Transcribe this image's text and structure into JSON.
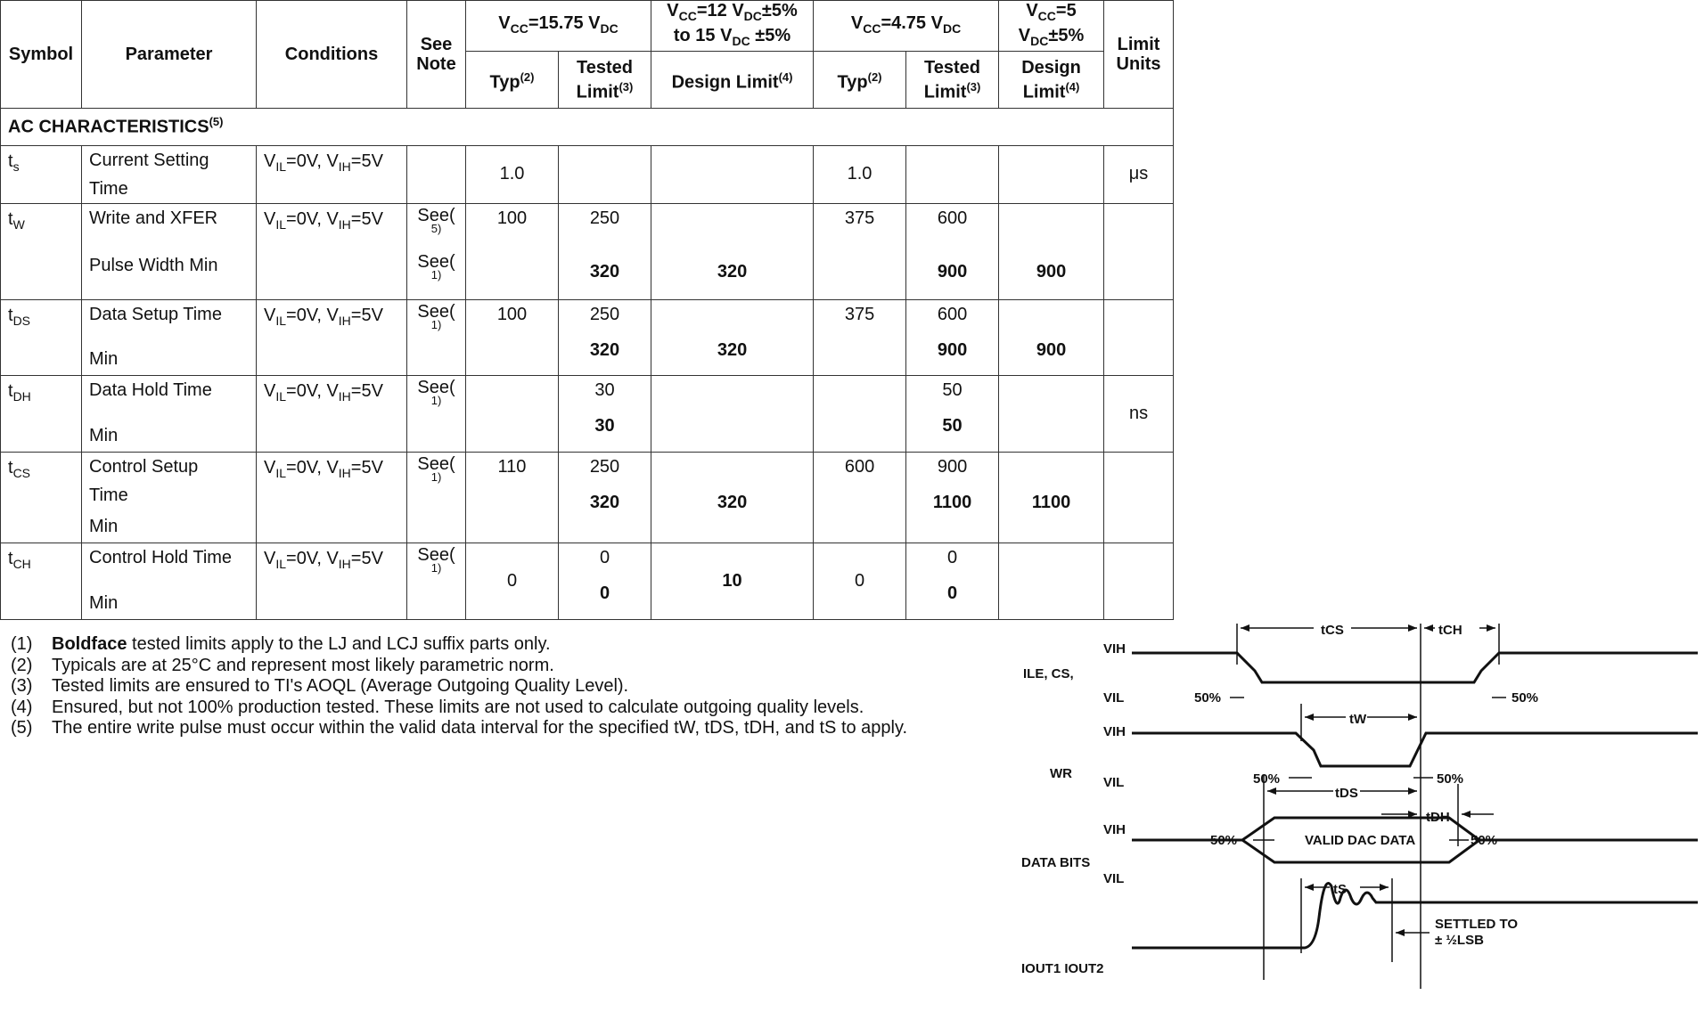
{
  "table": {
    "headers": {
      "symbol": "Symbol",
      "parameter": "Parameter",
      "conditions": "Conditions",
      "see_note": [
        "See",
        "Note"
      ],
      "group1": "VCC=15.75 VDC",
      "group2": [
        "VCC=12 VDC±5%",
        "to 15 VDC ±5%"
      ],
      "group3": "VCC=4.75 VDC",
      "group4": [
        "VCC=5",
        "VDC±5%"
      ],
      "limit_units": [
        "Limit",
        "Units"
      ],
      "typ": "Typ",
      "typ_note": "(2)",
      "tested_limit": [
        "Tested",
        "Limit"
      ],
      "tested_note": "(3)",
      "design_limit": "Design Limit",
      "design_limit_split": [
        "Design",
        "Limit"
      ],
      "design_note": "(4)"
    },
    "section": "AC CHARACTERISTICS",
    "section_note": "(5)",
    "rows": [
      {
        "sym": "t",
        "sub": "s",
        "param": [
          "Current Setting",
          "Time"
        ],
        "cond": "VIL=0V, VIH=5V",
        "note": [],
        "typ1": [
          "1.0"
        ],
        "test1": [],
        "dl2": [],
        "typ3": [
          "1.0"
        ],
        "test3": [],
        "dl4": [],
        "unit": "μs"
      },
      {
        "sym": "t",
        "sub": "W",
        "param": [
          "Write and XFER",
          "Pulse Width Min"
        ],
        "cond": "VIL=0V, VIH=5V",
        "note": [
          "See(",
          "5)",
          "See(",
          "1)"
        ],
        "typ1": [
          "100",
          ""
        ],
        "test1": [
          "250",
          "320"
        ],
        "dl2": [
          "",
          "320"
        ],
        "typ3": [
          "375",
          ""
        ],
        "test3": [
          "600",
          "900"
        ],
        "dl4": [
          "",
          "900"
        ],
        "unit": ""
      },
      {
        "sym": "t",
        "sub": "DS",
        "param": [
          "Data Setup Time",
          "Min"
        ],
        "cond": "VIL=0V, VIH=5V",
        "note": [
          "See(",
          "1)"
        ],
        "typ1": [
          "100",
          ""
        ],
        "test1": [
          "250",
          "320"
        ],
        "dl2": [
          "",
          "320"
        ],
        "typ3": [
          "375",
          ""
        ],
        "test3": [
          "600",
          "900"
        ],
        "dl4": [
          "",
          "900"
        ],
        "unit": ""
      },
      {
        "sym": "t",
        "sub": "DH",
        "param": [
          "Data Hold Time",
          "Min"
        ],
        "cond": "VIL=0V, VIH=5V",
        "note": [
          "See(",
          "1)"
        ],
        "typ1": [
          "",
          ""
        ],
        "test1": [
          "30",
          "30"
        ],
        "dl2": [
          "",
          ""
        ],
        "typ3": [
          "",
          ""
        ],
        "test3": [
          "50",
          "50"
        ],
        "dl4": [
          "",
          ""
        ],
        "unit": "ns"
      },
      {
        "sym": "t",
        "sub": "CS",
        "param": [
          "Control Setup",
          "Time",
          "Min"
        ],
        "cond": "VIL=0V, VIH=5V",
        "note": [
          "See(",
          "1)"
        ],
        "typ1": [
          "110",
          ""
        ],
        "test1": [
          "250",
          "320"
        ],
        "dl2": [
          "",
          "320"
        ],
        "typ3": [
          "600",
          ""
        ],
        "test3": [
          "900",
          "1100"
        ],
        "dl4": [
          "",
          "1100"
        ],
        "unit": ""
      },
      {
        "sym": "t",
        "sub": "CH",
        "param": [
          "Control Hold Time",
          "Min"
        ],
        "cond": "VIL=0V, VIH=5V",
        "note": [
          "See(",
          "1)"
        ],
        "typ1": [
          "0"
        ],
        "test1": [
          "0",
          "0"
        ],
        "dl2": [
          "10"
        ],
        "typ3": [
          "0"
        ],
        "test3": [
          "0",
          "0"
        ],
        "dl4": [],
        "unit": ""
      }
    ]
  },
  "notes": [
    {
      "num": "(1)",
      "bold": "Boldface",
      "text": " tested limits apply to the LJ and LCJ suffix parts only."
    },
    {
      "num": "(2)",
      "bold": "",
      "text": "Typicals are at 25°C and represent most likely parametric norm."
    },
    {
      "num": "(3)",
      "bold": "",
      "text": "Tested limits are ensured to TI's AOQL (Average Outgoing Quality Level)."
    },
    {
      "num": "(4)",
      "bold": "",
      "text": "Ensured, but not 100% production tested. These limits are not used to calculate outgoing quality levels."
    },
    {
      "num": "(5)",
      "bold": "",
      "text": "The entire write pulse must occur within the valid data interval for the specified tW, tDS, tDH, and tS to apply."
    }
  ],
  "timing": {
    "signals": {
      "ile_cs": "ILE, CS,",
      "wr": "WR",
      "data_bits": "DATA BITS",
      "iout": "IOUT1 IOUT2"
    },
    "vih": "VIH",
    "vil": "VIL",
    "pct": "50%",
    "labels": {
      "tcs": "tCS",
      "tch": "tCH",
      "tw": "tW",
      "tds": "tDS",
      "tdh": "tDH",
      "ts": "tS"
    },
    "valid": "VALID DAC DATA",
    "settled": [
      "SETTLED TO",
      "± ½LSB"
    ]
  }
}
